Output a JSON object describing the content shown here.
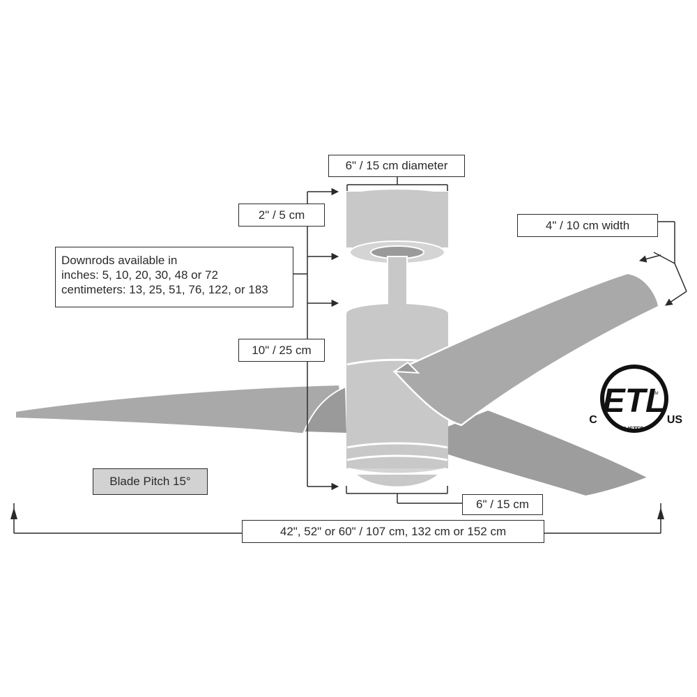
{
  "labels": {
    "canopy_diameter": "6\" / 15 cm diameter",
    "canopy_height": "2\" / 5 cm",
    "downrods_line1": "Downrods available in",
    "downrods_line2": "inches: 5, 10, 20, 30, 48 or 72",
    "downrods_line3": "centimeters: 13, 25, 51, 76, 122, or 183",
    "motor_height": "10\" / 25 cm",
    "blade_width": "4\" / 10 cm width",
    "light_diameter": "6\" / 15 cm",
    "blade_pitch": "Blade Pitch 15°",
    "fan_span": "42\", 52\" or 60\" / 107 cm, 132 cm or 152 cm"
  },
  "certification": {
    "mark": "ETL",
    "left": "C",
    "right": "US",
    "listed": "LISTED",
    "cm": "CM"
  },
  "colors": {
    "line": "#2a2a2a",
    "body_grey": "#c8c8c8",
    "blade_grey": "#a9a9a9",
    "blade_dark": "#8f8f8f",
    "pitch_box": "#d2d2d2"
  }
}
